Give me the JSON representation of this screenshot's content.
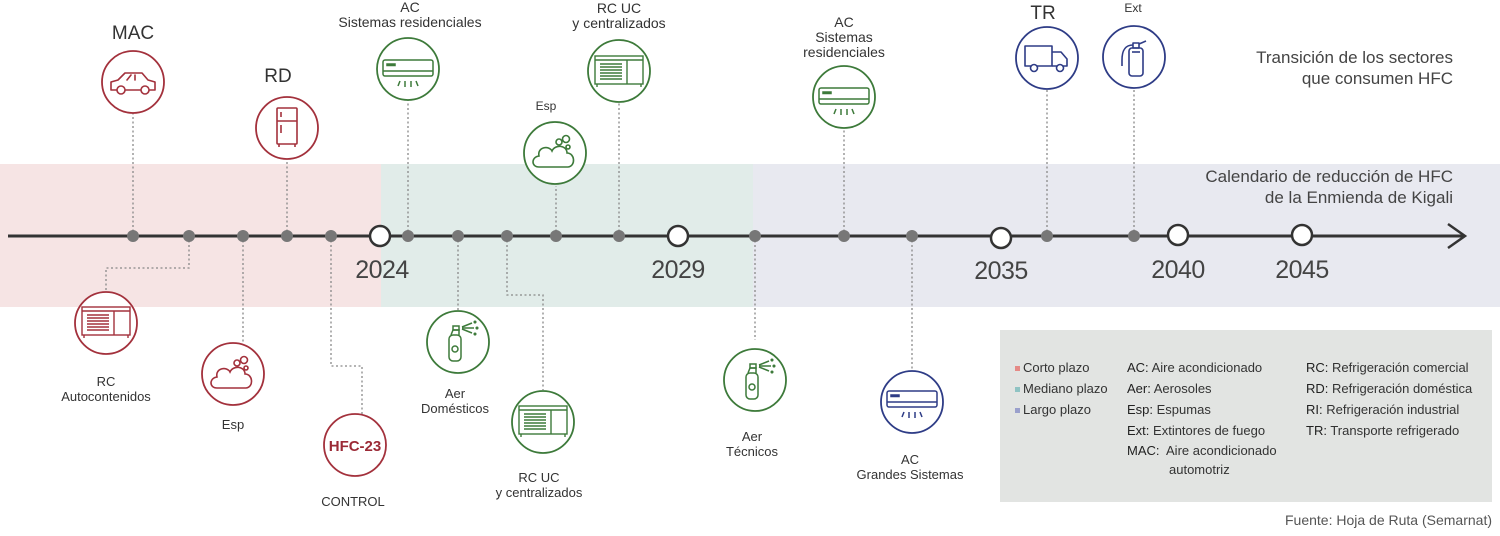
{
  "colors": {
    "red": "#a3313c",
    "green": "#3d7a3a",
    "blue": "#2e3c86",
    "axis": "#333333",
    "node": "#777777"
  },
  "titles": {
    "transition": [
      "Transición de los sectores",
      "que consumen HFC"
    ],
    "calendar": [
      "Calendario de reducción de HFC",
      "de la Enmienda de Kigali"
    ]
  },
  "years": [
    "2024",
    "2029",
    "2035",
    "2040",
    "2045"
  ],
  "top": {
    "mac": {
      "title": "MAC",
      "icon": "car-icon"
    },
    "rd": {
      "title": "RD",
      "icon": "fridge-icon"
    },
    "ac1": {
      "line1": "AC",
      "line2": "Sistemas residenciales",
      "icon": "air-conditioner-icon"
    },
    "esp": {
      "line1": "Esp",
      "icon": "foam-icon"
    },
    "rcuc": {
      "line1": "RC UC",
      "line2": "y centralizados",
      "icon": "refrigeration-unit-icon"
    },
    "ac2": {
      "line1": "AC",
      "line2": "Sistemas",
      "line3": "residenciales",
      "icon": "air-conditioner-icon"
    },
    "tr": {
      "title": "TR",
      "icon": "truck-icon"
    },
    "ext": {
      "line1": "Ext",
      "icon": "fire-extinguisher-icon"
    }
  },
  "bottom": {
    "rc": {
      "line1": "RC",
      "line2": "Autocontenidos",
      "icon": "refrigeration-unit-icon"
    },
    "esp": {
      "line1": "Esp",
      "icon": "foam-icon"
    },
    "hfc23": {
      "badge": "HFC-23",
      "line1": "CONTROL"
    },
    "aer1": {
      "line1": "Aer",
      "line2": "Domésticos",
      "icon": "aerosol-icon"
    },
    "rcuc": {
      "line1": "RC UC",
      "line2": "y centralizados",
      "icon": "refrigeration-unit-icon"
    },
    "aer2": {
      "line1": "Aer",
      "line2": "Técnicos",
      "icon": "aerosol-icon"
    },
    "ac": {
      "line1": "AC",
      "line2": "Grandes Sistemas",
      "icon": "air-conditioner-icon"
    }
  },
  "legend": {
    "terms": [
      {
        "label": "Corto plazo",
        "color": "#e58a86"
      },
      {
        "label": "Mediano plazo",
        "color": "#8fc3c3"
      },
      {
        "label": "Largo plazo",
        "color": "#9aa0cc"
      }
    ],
    "col2": [
      {
        "abbr": "AC:",
        "text": "Aire acondicionado"
      },
      {
        "abbr": "Aer:",
        "text": "Aerosoles"
      },
      {
        "abbr": "Esp:",
        "text": "Espumas"
      },
      {
        "abbr": "Ext:",
        "text": "Extintores de fuego"
      },
      {
        "abbr": "MAC:",
        "text": "Aire acondicionado"
      },
      {
        "abbr": "",
        "text": "automotriz"
      }
    ],
    "col3": [
      {
        "abbr": "RC:",
        "text": "Refrigeración comercial"
      },
      {
        "abbr": "RD:",
        "text": "Refrigeración doméstica"
      },
      {
        "abbr": "RI:",
        "text": "Refrigeración industrial"
      },
      {
        "abbr": "TR:",
        "text": "Transporte refrigerado"
      }
    ]
  },
  "source": "Fuente: Hoja de Ruta (Semarnat)"
}
